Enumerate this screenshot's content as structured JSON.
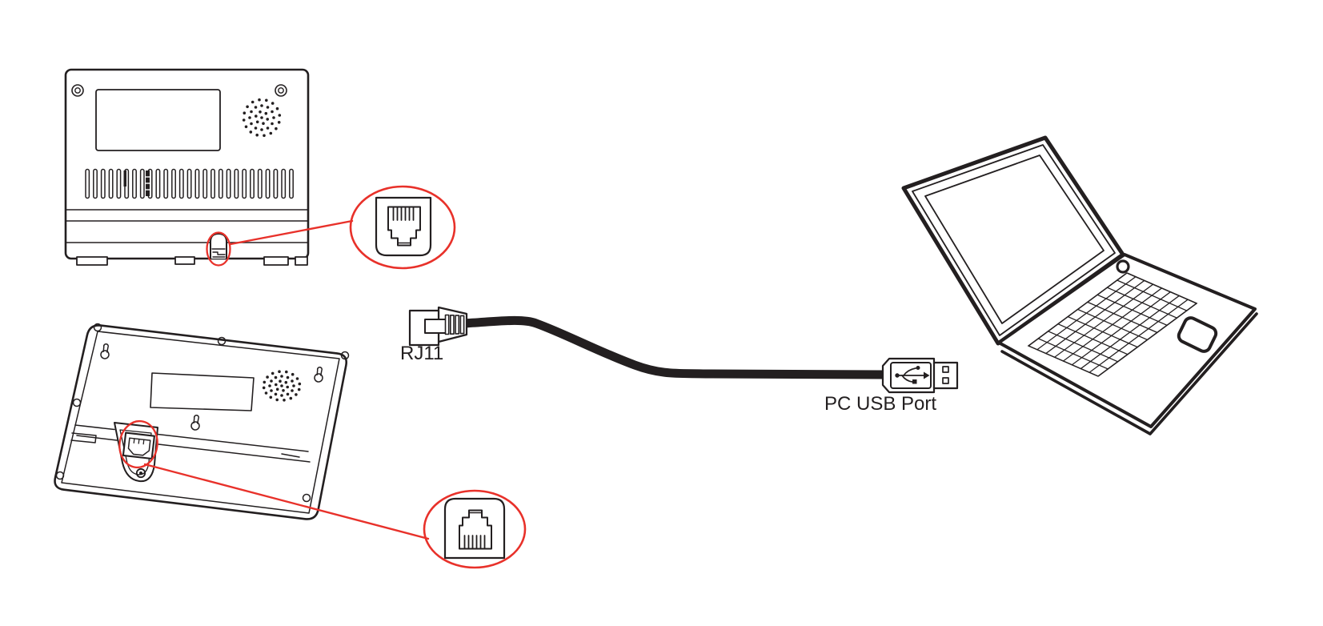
{
  "diagram": {
    "background_color": "#ffffff",
    "line_color": "#231f20",
    "accent_color": "#e8312a",
    "labels": {
      "rj11": "RJ11",
      "pc_usb_port": "PC USB Port"
    },
    "nodes": [
      {
        "id": "device-a-rear",
        "kind": "terminal rear panel",
        "highlighted_port": "RJ11"
      },
      {
        "id": "device-b-rear",
        "kind": "terminal rear panel (tilted)",
        "highlighted_port": "RJ11"
      },
      {
        "id": "rj11-usb-cable",
        "kind": "cable",
        "end_a": "RJ11",
        "end_b": "PC USB Port"
      },
      {
        "id": "laptop",
        "kind": "computer"
      }
    ],
    "callouts": [
      {
        "id": "rj11-jack-callout-top",
        "meaning": "RJ11 jack detail (pins up)"
      },
      {
        "id": "rj11-jack-callout-bottom",
        "meaning": "RJ11 jack detail (pins down)"
      }
    ]
  }
}
